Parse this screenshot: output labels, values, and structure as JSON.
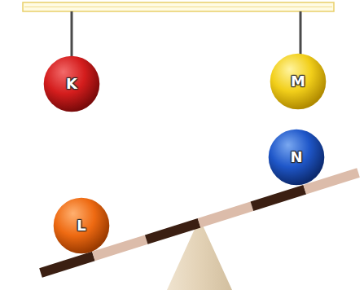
{
  "diagram": {
    "nodes": [
      {
        "text": [
          "K"
        ]
      },
      {
        "text": [
          "M"
        ]
      },
      {
        "text": [
          "N"
        ]
      },
      {
        "text": [
          "L"
        ]
      }
    ]
  }
}
